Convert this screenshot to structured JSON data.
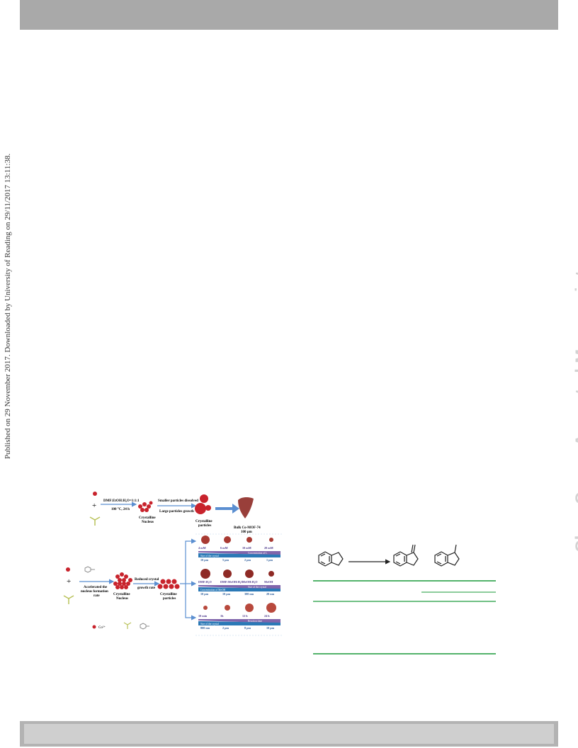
{
  "side_stamp": "Published on 29 November 2017. Downloaded by University of Reading on 29/11/2017 13:11:38.",
  "watermark": "ChemComm Accepted Manuscript",
  "scheme": {
    "colors": {
      "particle": "#c8232c",
      "particle_dark": "#8e2a25",
      "arrow": "#5b8fd1",
      "band": "#2b79b6",
      "band_purple": "#6a4a9c",
      "ligand": "#b9c25a"
    },
    "top_row": {
      "conditions": "DMF:EtOH:H₂O=1:1:1",
      "temp": "100 °C, 24 h",
      "nucleus_label_1": "Crystalline",
      "nucleus_label_2": "Nucleus",
      "process_1": "Smaller particles dissolved",
      "process_2": "Large particles growth",
      "particles_label_1": "Crystalline",
      "particles_label_2": "particles",
      "bulk_label_1": "Bulk Co-MOF-74",
      "bulk_label_2": "100 μm"
    },
    "bottom_row": {
      "accel_1": "Accelerated the",
      "accel_2": "nucleus formation",
      "accel_3": "rate",
      "nucleus_label_1": "Crystalline",
      "nucleus_label_2": "Nucleus",
      "reduced_1": "Reduced crystal",
      "reduced_2": "growth rate",
      "particles_label_1": "Crystalline",
      "particles_label_2": "particles",
      "legend_co": "Co²⁺"
    },
    "panels": [
      {
        "labels": [
          "4 mM",
          "6 mM",
          "10 mM",
          "20 mM"
        ],
        "band_top": "Concentration of L",
        "band_bottom": "Size of the crystal",
        "sizes": [
          "10 μm",
          "5 μm",
          "2 μm",
          "1 μm"
        ]
      },
      {
        "labels": [
          "DMF:H₂O",
          "DMF:MeOH:H₂O",
          "MeOH:H₂O",
          "MeOH"
        ],
        "band_top": "Size of the crystal",
        "band_bottom": "Concentration of MeOH",
        "sizes": [
          "10 μm",
          "10 μm",
          "300 nm",
          "20 nm"
        ]
      },
      {
        "labels": [
          "10 min",
          "1h",
          "12 h",
          "24 h"
        ],
        "band_top": "Reaction time",
        "band_bottom": "Size of the crystal",
        "sizes": [
          "800 nm",
          "2 μm",
          "8 μm",
          "10 μm"
        ]
      }
    ]
  },
  "reaction": {
    "rule_color": "#1a9a3a"
  }
}
